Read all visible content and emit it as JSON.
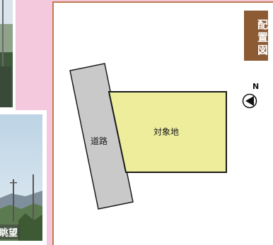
{
  "title": "配置図",
  "road_label": "道路",
  "site_label": "対象地",
  "north_label": "N",
  "photo_caption": "眺望",
  "colors": {
    "background": "#f4c9de",
    "title_tab": "#8c5a33",
    "panel_border": "#c47a4a",
    "road": "#c9c9c9",
    "site": "#eeed9c"
  },
  "icons": {
    "compass": "north-compass-icon"
  }
}
